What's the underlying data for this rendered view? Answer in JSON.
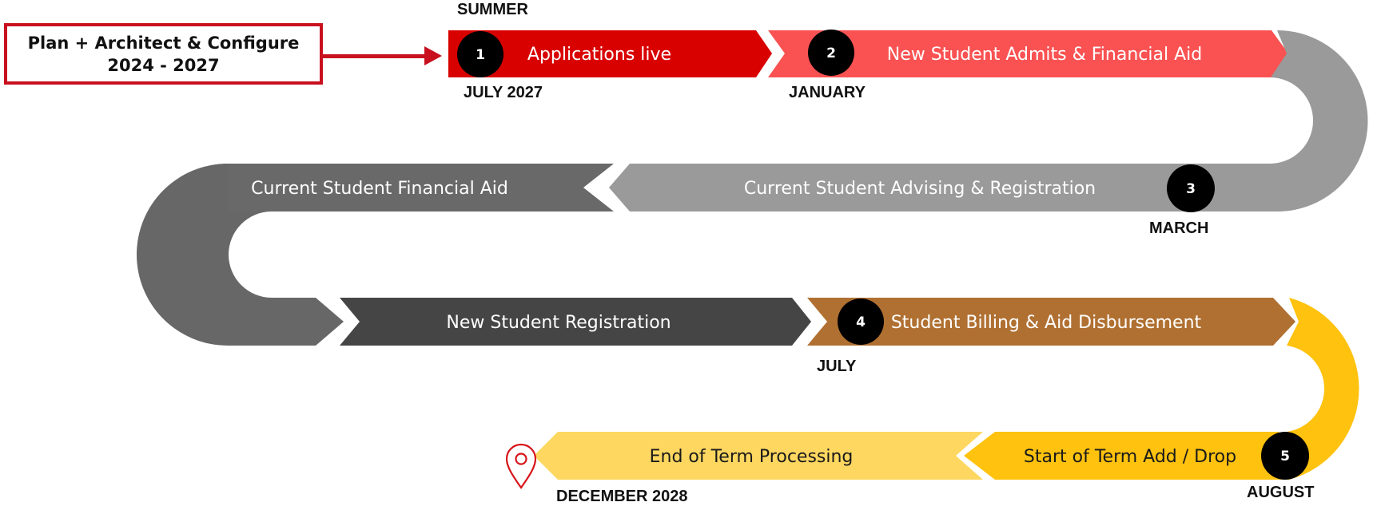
{
  "plan": {
    "line1": "Plan + Architect & Configure",
    "line2": "2024 - 2027"
  },
  "steps": [
    {
      "label": "Applications live",
      "number": "1",
      "color": "#d90000"
    },
    {
      "label": "New Student Admits & Financial Aid",
      "number": "2",
      "color": "#fa5252"
    },
    {
      "label": "Current Student Advising & Registration",
      "number": "3",
      "color": "#9a9a9a"
    },
    {
      "label": "Current Student Financial Aid",
      "color": "#696969"
    },
    {
      "label": "New Student Registration",
      "color": "#454545"
    },
    {
      "label": "Student Billing & Aid Disbursement",
      "number": "4",
      "color": "#b07032"
    },
    {
      "label": "Start of Term Add / Drop",
      "number": "5",
      "color": "#fec20f"
    },
    {
      "label": "End of Term Processing",
      "color": "#fdd760"
    }
  ],
  "dates": {
    "summer": "SUMMER",
    "july_2027": "JULY 2027",
    "january": "JANUARY",
    "march": "MARCH",
    "july": "JULY",
    "august": "AUGUST",
    "december_2028": "DECEMBER 2028"
  },
  "icons": {
    "end_marker": "location-pin-icon",
    "start_arrow": "arrow-right-icon"
  }
}
